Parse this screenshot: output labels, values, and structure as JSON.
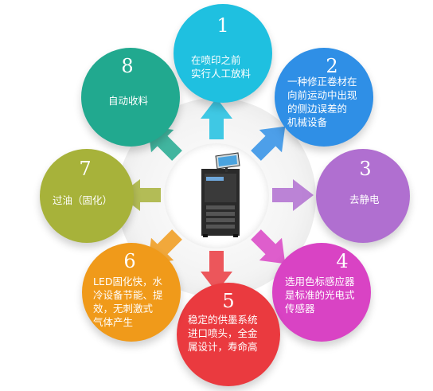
{
  "nodes": [
    {
      "num": "1",
      "text": "在喷印之前\n实行人工放料",
      "color": "#1fc0e0"
    },
    {
      "num": "2",
      "text": "一种修正卷材在\n向前运动中出现\n的侧边误差的\n机械设备",
      "color": "#2f8fe6"
    },
    {
      "num": "3",
      "text": "去静电",
      "color": "#b06fd0"
    },
    {
      "num": "4",
      "text": "选用色标感应器\n是标准的光电式\n传感器",
      "color": "#d943c4"
    },
    {
      "num": "5",
      "text": "稳定的供墨系统\n进口喷头，全金\n属设计，寿命高",
      "color": "#ea3a3f"
    },
    {
      "num": "6",
      "text": "LED固化快，水\n冷设备节能、提\n效，无刺激式\n气体产生",
      "color": "#f09a1a"
    },
    {
      "num": "7",
      "text": "过油（固化）",
      "color": "#a7b23a"
    },
    {
      "num": "8",
      "text": "自动收料",
      "color": "#21a98f"
    }
  ],
  "icons": {
    "center": "printer-cabinet-icon",
    "arrow": "arrow-icon"
  }
}
